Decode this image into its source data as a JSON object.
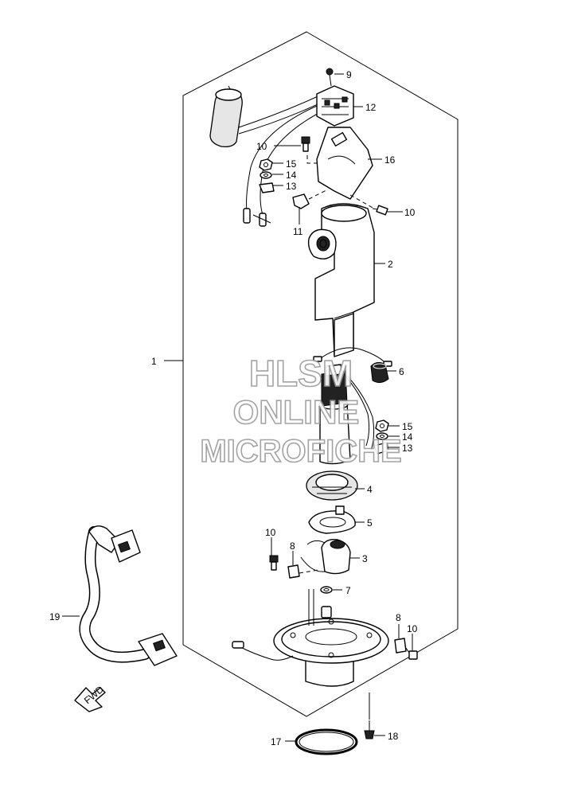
{
  "callouts": [
    {
      "id": "c1",
      "text": "1"
    },
    {
      "id": "c2",
      "text": "2"
    },
    {
      "id": "c3",
      "text": "3"
    },
    {
      "id": "c4",
      "text": "4"
    },
    {
      "id": "c5",
      "text": "5"
    },
    {
      "id": "c6",
      "text": "6"
    },
    {
      "id": "c7",
      "text": "7"
    },
    {
      "id": "c8a",
      "text": "8"
    },
    {
      "id": "c8b",
      "text": "8"
    },
    {
      "id": "c9",
      "text": "9"
    },
    {
      "id": "c10a",
      "text": "10"
    },
    {
      "id": "c10b",
      "text": "10"
    },
    {
      "id": "c10c",
      "text": "10"
    },
    {
      "id": "c10d",
      "text": "10"
    },
    {
      "id": "c11",
      "text": "11"
    },
    {
      "id": "c12",
      "text": "12"
    },
    {
      "id": "c13a",
      "text": "13"
    },
    {
      "id": "c13b",
      "text": "13"
    },
    {
      "id": "c14a",
      "text": "14"
    },
    {
      "id": "c14b",
      "text": "14"
    },
    {
      "id": "c15a",
      "text": "15"
    },
    {
      "id": "c15b",
      "text": "15"
    },
    {
      "id": "c16",
      "text": "16"
    },
    {
      "id": "c17",
      "text": "17"
    },
    {
      "id": "c18",
      "text": "18"
    },
    {
      "id": "c19",
      "text": "19"
    }
  ],
  "watermark": {
    "line1": "HLSM",
    "line2": "ONLINE",
    "line3": "MICROFICHE",
    "color": "#9a9a9a"
  },
  "direction_marker": {
    "text": "FWD"
  }
}
